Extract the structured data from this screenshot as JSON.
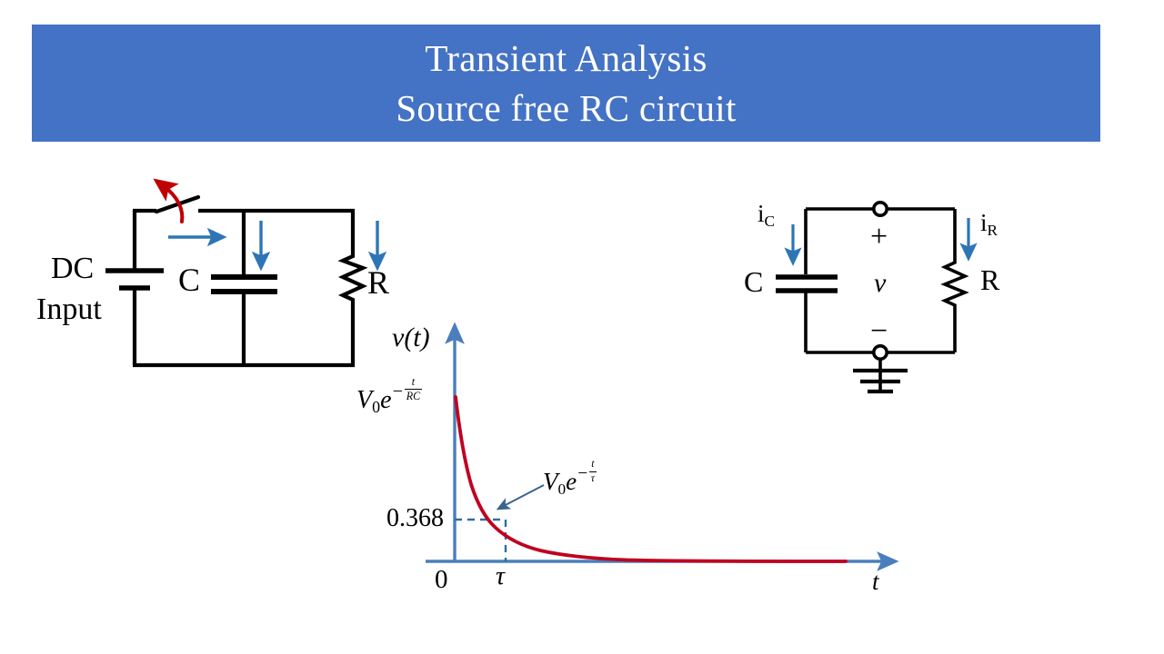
{
  "title": {
    "line1": "Transient Analysis",
    "line2": "Source free RC circuit",
    "background_color": "#4472C4",
    "text_color": "#FFFFFF"
  },
  "colors": {
    "banner_blue": "#4472C4",
    "arrow_blue": "#2E75B6",
    "axis_blue": "#4A7EBC",
    "curve_red": "#C00020",
    "switch_arrow_red": "#C00000",
    "wire_black": "#000000"
  },
  "left_circuit": {
    "name": "DC source charging circuit with switch",
    "labels": {
      "source_line1": "DC",
      "source_line2": "Input",
      "capacitor": "C",
      "resistor": "R"
    },
    "components": [
      "dc-battery-symbol",
      "open-switch",
      "capacitor",
      "resistor"
    ],
    "annotations": [
      {
        "name": "switch-opening-arrow",
        "color": "#C00000",
        "shape": "curved-arrow"
      },
      {
        "name": "source-current-arrow",
        "color": "#2E75B6",
        "direction": "right"
      },
      {
        "name": "capacitor-current-arrow",
        "color": "#2E75B6",
        "direction": "down"
      },
      {
        "name": "resistor-current-arrow",
        "color": "#2E75B6",
        "direction": "down"
      }
    ]
  },
  "right_circuit": {
    "name": "Source free RC circuit",
    "labels": {
      "current_capacitor": "i",
      "current_capacitor_sub": "C",
      "current_resistor": "i",
      "current_resistor_sub": "R",
      "capacitor": "C",
      "resistor": "R",
      "voltage": "v",
      "plus": "+",
      "minus": "−"
    },
    "components": [
      "capacitor",
      "resistor",
      "ground-symbol",
      "node-terminal-top",
      "node-terminal-bottom"
    ],
    "annotations": [
      {
        "name": "ic-arrow",
        "color": "#2E75B6",
        "direction": "down"
      },
      {
        "name": "ir-arrow",
        "color": "#2E75B6",
        "direction": "down"
      }
    ]
  },
  "graph": {
    "y_axis_label": "v(t)",
    "x_axis_label": "t",
    "origin_label": "0",
    "tau_label": "τ",
    "value_label": "0.368",
    "initial_value_formula": {
      "base": "V",
      "sub": "0",
      "e": "e",
      "exp_sign": "−",
      "num": "t",
      "den": "RC"
    },
    "curve_annotation_formula": {
      "base": "V",
      "sub": "0",
      "e": "e",
      "exp_sign": "−",
      "num": "t",
      "den": "τ"
    }
  },
  "chart_data": {
    "type": "line",
    "title": "Source free RC circuit capacitor voltage decay",
    "xlabel": "t",
    "ylabel": "v(t)",
    "series": [
      {
        "name": "V0*exp(-t/tau)",
        "x": [
          0,
          0.1,
          0.2,
          0.3,
          0.4,
          0.5,
          0.6,
          0.7,
          0.8,
          0.9,
          1.0,
          1.2,
          1.4,
          1.6,
          1.8,
          2.0,
          2.5,
          3.0,
          3.5,
          4.0,
          4.5,
          5.0,
          6.0,
          7.0,
          8.0,
          9.0,
          10.0
        ],
        "y": [
          1.0,
          0.905,
          0.819,
          0.741,
          0.67,
          0.607,
          0.549,
          0.497,
          0.449,
          0.407,
          0.368,
          0.301,
          0.247,
          0.202,
          0.165,
          0.135,
          0.082,
          0.05,
          0.03,
          0.018,
          0.011,
          0.0067,
          0.0025,
          0.0009,
          0.0003,
          0.0001,
          5e-05
        ]
      }
    ],
    "xlim": [
      0,
      10
    ],
    "ylim": [
      0,
      1.0
    ],
    "grid": false,
    "legend": false,
    "annotations": [
      {
        "text": "0.368",
        "x": 0,
        "y": 0.368,
        "note": "y-axis tick for v at t = tau"
      },
      {
        "text": "τ",
        "x": 1.0,
        "y": 0,
        "note": "time constant on x-axis"
      },
      {
        "text": "V0 e^(-t/RC)",
        "x": 0,
        "y": 1.0,
        "note": "initial value label at curve start"
      },
      {
        "text": "V0 e^(-t/τ)",
        "x": 1.45,
        "y": 0.5,
        "note": "curve annotation with leader arrow"
      }
    ],
    "dashed_guides": [
      {
        "from": [
          0,
          0.368
        ],
        "to": [
          1.0,
          0.368
        ]
      },
      {
        "from": [
          1.0,
          0.368
        ],
        "to": [
          1.0,
          0
        ]
      }
    ]
  }
}
